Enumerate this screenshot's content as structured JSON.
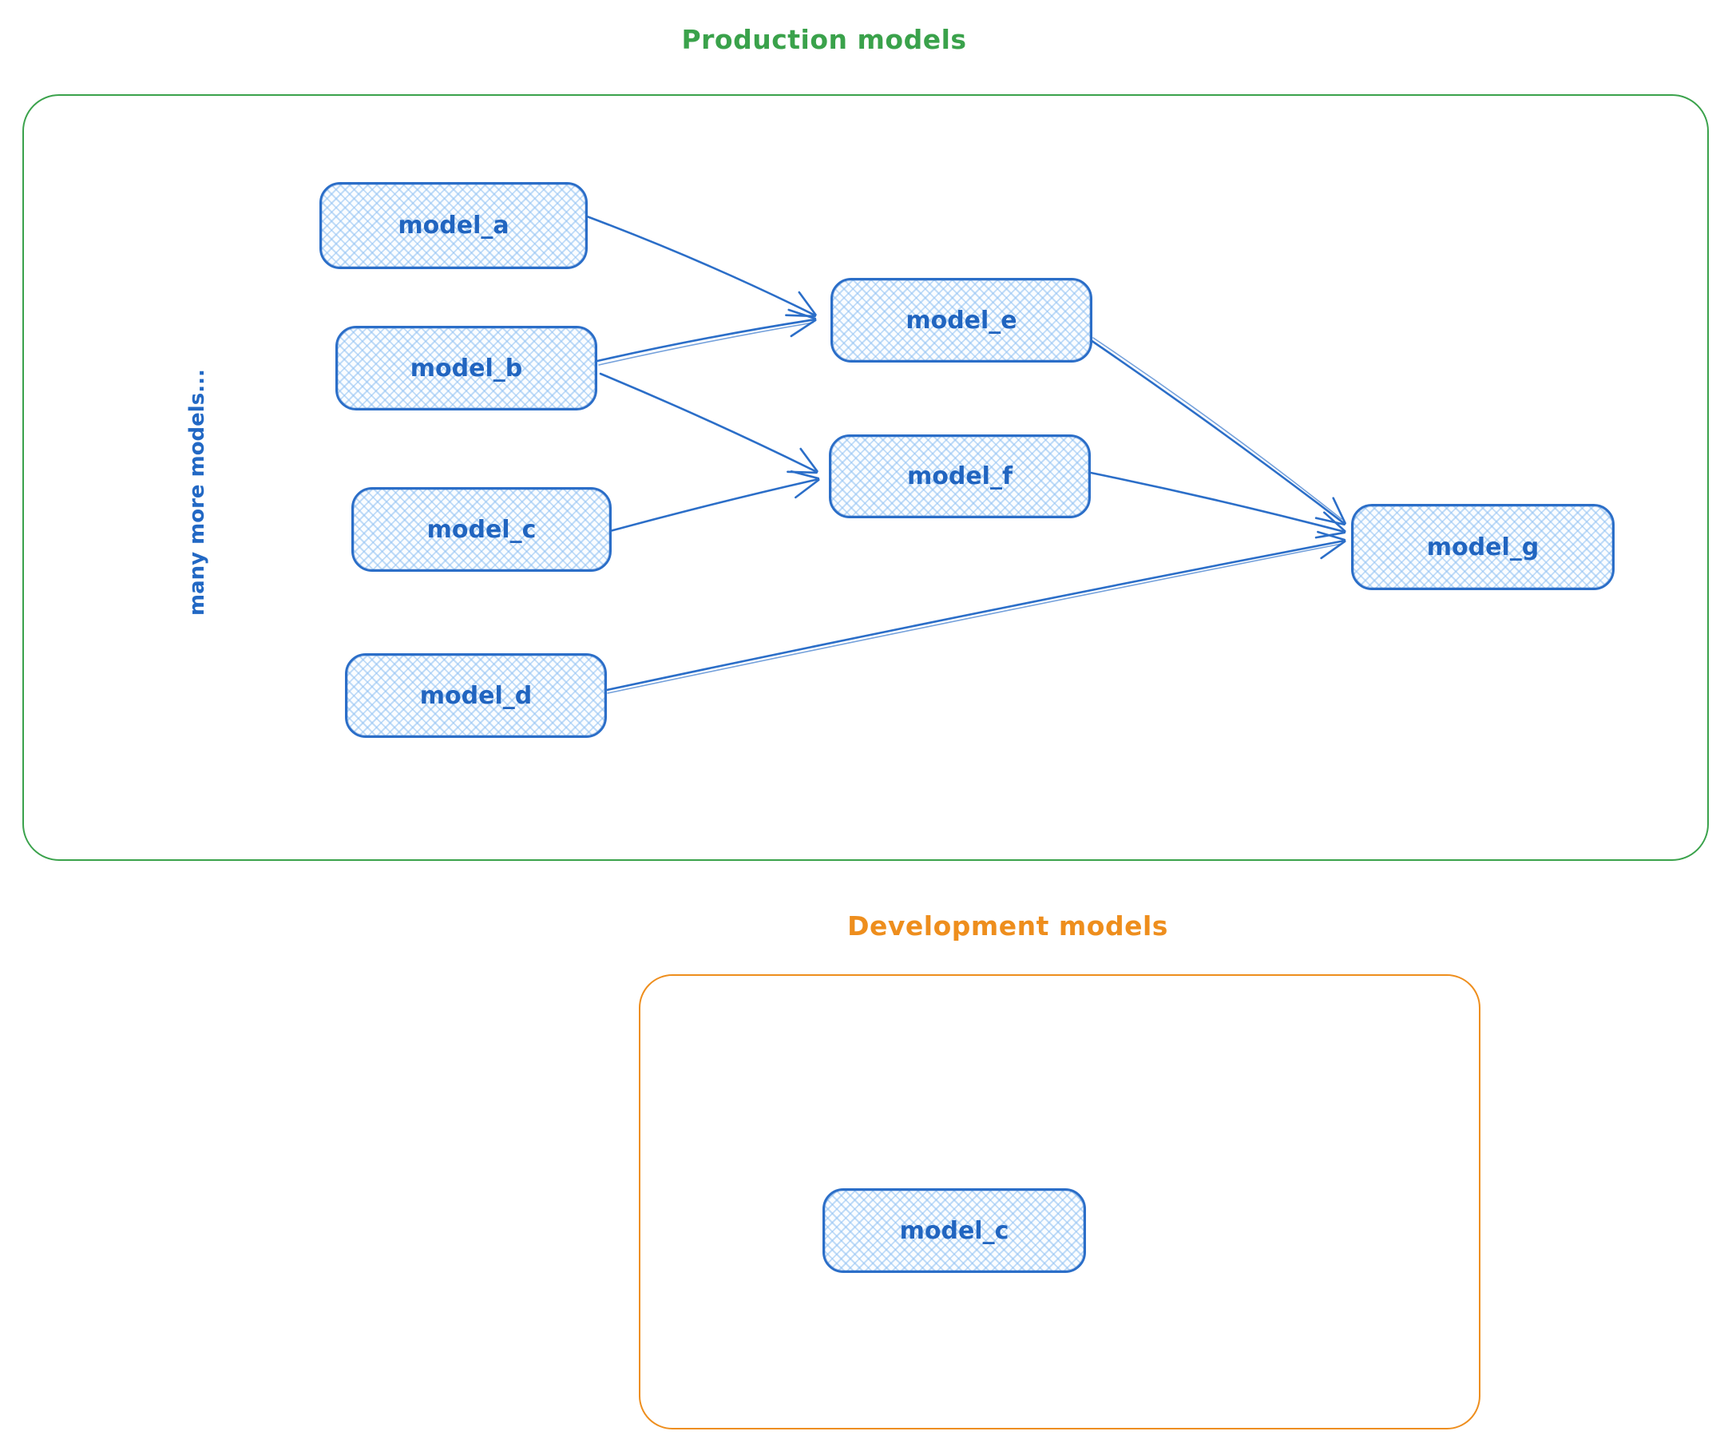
{
  "production": {
    "title": "Production models",
    "side_label": "many more models...",
    "nodes": {
      "model_a": {
        "label": "model_a"
      },
      "model_b": {
        "label": "model_b"
      },
      "model_c": {
        "label": "model_c"
      },
      "model_d": {
        "label": "model_d"
      },
      "model_e": {
        "label": "model_e"
      },
      "model_f": {
        "label": "model_f"
      },
      "model_g": {
        "label": "model_g"
      }
    }
  },
  "development": {
    "title": "Development models",
    "nodes": {
      "model_c": {
        "label": "model_c"
      }
    }
  },
  "edges": [
    {
      "from": "model_a",
      "to": "model_e"
    },
    {
      "from": "model_b",
      "to": "model_e"
    },
    {
      "from": "model_b",
      "to": "model_f"
    },
    {
      "from": "model_c",
      "to": "model_f"
    },
    {
      "from": "model_e",
      "to": "model_g"
    },
    {
      "from": "model_f",
      "to": "model_g"
    },
    {
      "from": "model_d",
      "to": "model_g"
    }
  ],
  "colors": {
    "node_stroke": "#2b6ec8",
    "node_text": "#2165c0",
    "production_accent": "#3aa24b",
    "development_accent": "#ee8e1d"
  }
}
